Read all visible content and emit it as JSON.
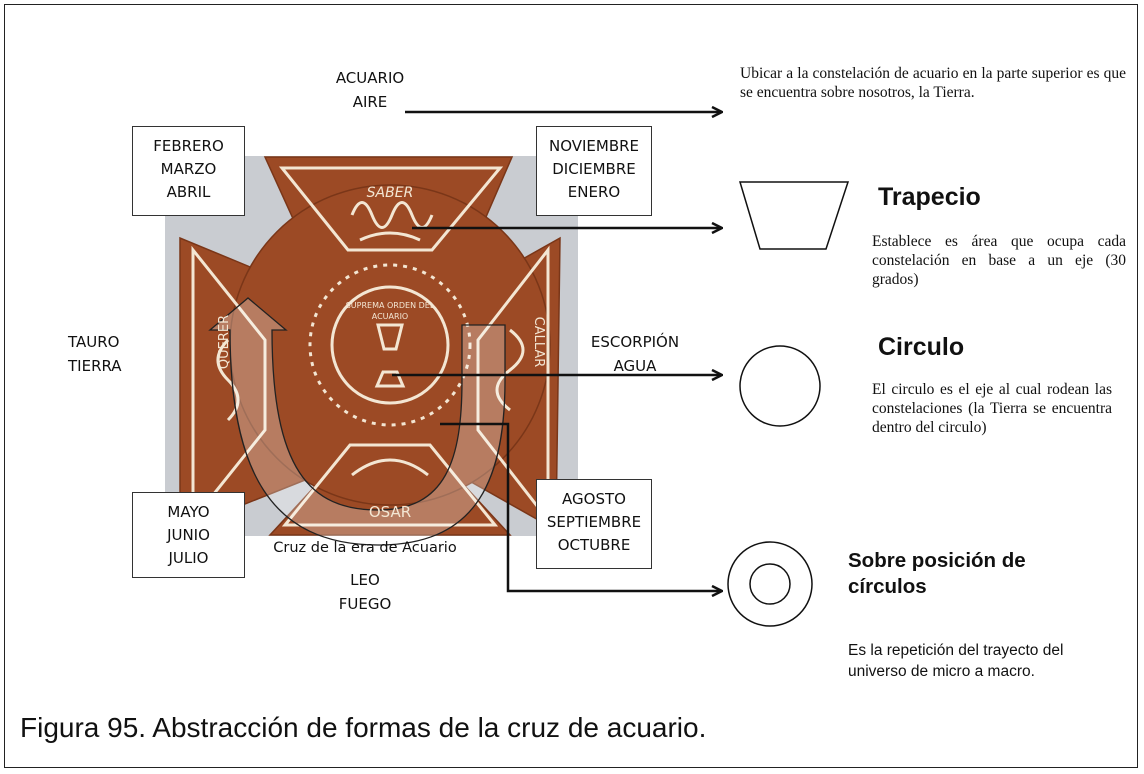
{
  "elements": {
    "top": [
      "ACUARIO",
      "AIRE"
    ],
    "left": [
      "TAURO",
      "TIERRA"
    ],
    "right": [
      "ESCORPIÓN",
      "AGUA"
    ],
    "bottom": [
      "LEO",
      "FUEGO"
    ]
  },
  "months": {
    "top_left": [
      "FEBRERO",
      "MARZO",
      "ABRIL"
    ],
    "top_right": [
      "NOVIEMBRE",
      "DICIEMBRE",
      "ENERO"
    ],
    "bottom_left": [
      "MAYO",
      "JUNIO",
      "JULIO"
    ],
    "bottom_right": [
      "AGOSTO",
      "SEPTIEMBRE",
      "OCTUBRE"
    ]
  },
  "cross": {
    "arms": [
      "SABER",
      "OSAR",
      "QUERER",
      "CALLAR"
    ],
    "center": "SUPREMA ORDEN DEL ACUARIO",
    "caption": "Cruz de la era de Acuario"
  },
  "notes": {
    "acuario": "Ubicar a la constelación de acuario en la parte superior es que se encuentra sobre nosotros, la Tierra.",
    "trapecio_title": "Trapecio",
    "trapecio_text": "Establece es área que ocupa cada constelación en base a un eje (30 grados)",
    "circulo_title": "Circulo",
    "circulo_text": "El circulo es el eje al cual rodean las constelaciones (la Tierra se encuentra dentro del circulo)",
    "sobre_title_1": "Sobre posición de",
    "sobre_title_2": "círculos",
    "sobre_text_1": "Es la repetición del trayecto del",
    "sobre_text_2": "universo de micro a macro."
  },
  "figure_caption": "Figura 95. Abstracción de formas de la cruz de acuario.",
  "colors": {
    "wood": "#9c4a25",
    "inlay": "#f3e6d3",
    "backdrop": "#c9ccd1"
  }
}
